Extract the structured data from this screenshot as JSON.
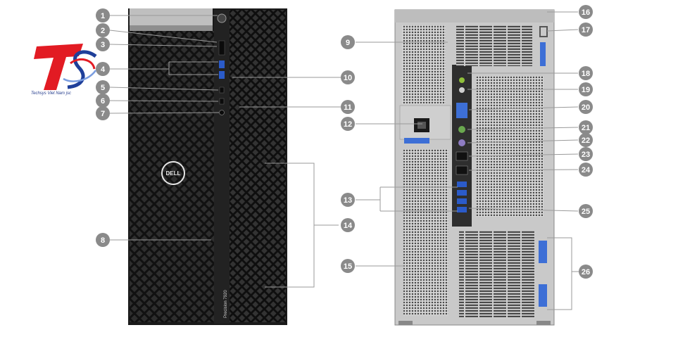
{
  "logo": {
    "mark": "TS",
    "tagline": "Techsys Viet Nam jsc",
    "colors": {
      "red": "#e21b23",
      "blue": "#1f3f9a"
    }
  },
  "front_panel": {
    "brand": "DELL",
    "model": "Precision 7920"
  },
  "callouts": [
    "1",
    "2",
    "3",
    "4",
    "5",
    "6",
    "7",
    "8",
    "9",
    "10",
    "11",
    "12",
    "13",
    "14",
    "15",
    "16",
    "17",
    "18",
    "19",
    "20",
    "21",
    "22",
    "23",
    "24",
    "25",
    "26"
  ],
  "colors": {
    "callout_fill": "#8a8a8a",
    "chassis_dark": "#1a1a1a",
    "chassis_mid": "#2b2b2b",
    "rear_metal": "#d9d9d9",
    "rear_dark": "#3a3a3a",
    "accent_blue": "#3d6fd6"
  }
}
